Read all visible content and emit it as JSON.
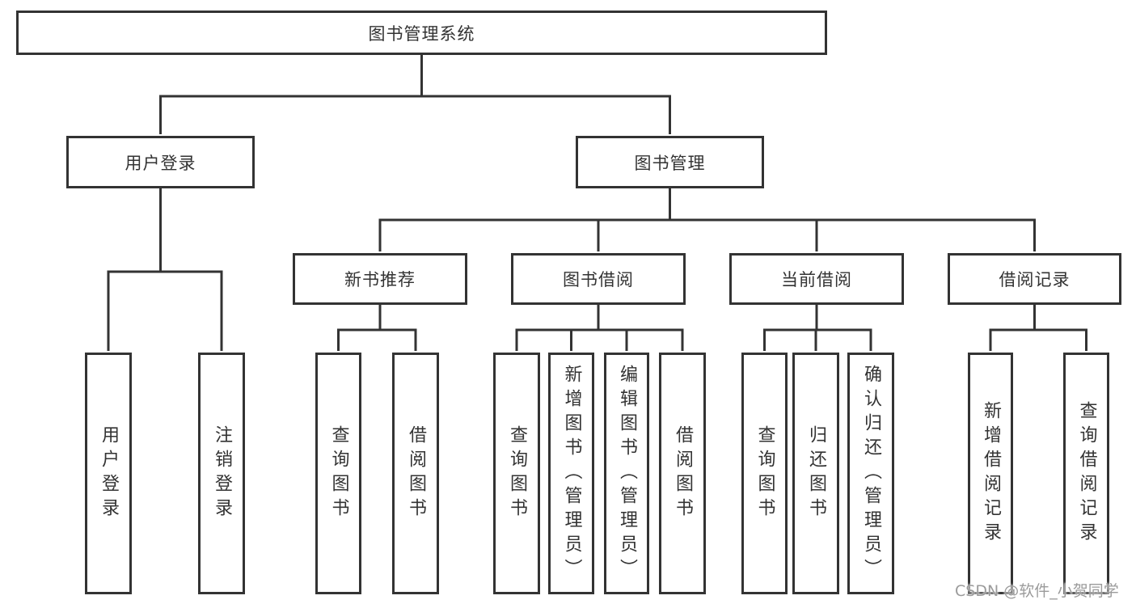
{
  "diagram": {
    "root": {
      "label": "图书管理系统"
    },
    "level2": [
      {
        "id": "user-login",
        "label": "用户登录"
      },
      {
        "id": "book-management",
        "label": "图书管理"
      }
    ],
    "level3": [
      {
        "id": "new-book-recommend",
        "parent": "图书管理",
        "label": "新书推荐"
      },
      {
        "id": "book-borrowing",
        "parent": "图书管理",
        "label": "图书借阅"
      },
      {
        "id": "current-borrowing",
        "parent": "图书管理",
        "label": "当前借阅"
      },
      {
        "id": "borrowing-records",
        "parent": "图书管理",
        "label": "借阅记录"
      }
    ],
    "leaves": [
      {
        "parent": "用户登录",
        "label": "用户登录"
      },
      {
        "parent": "用户登录",
        "label": "注销登录"
      },
      {
        "parent": "新书推荐",
        "label": "查询图书"
      },
      {
        "parent": "新书推荐",
        "label": "借阅图书"
      },
      {
        "parent": "图书借阅",
        "label": "查询图书"
      },
      {
        "parent": "图书借阅",
        "label": "新增图书（管理员）"
      },
      {
        "parent": "图书借阅",
        "label": "编辑图书（管理员）"
      },
      {
        "parent": "图书借阅",
        "label": "借阅图书"
      },
      {
        "parent": "当前借阅",
        "label": "查询图书"
      },
      {
        "parent": "当前借阅",
        "label": "归还图书"
      },
      {
        "parent": "当前借阅",
        "label": "确认归还（管理员）"
      },
      {
        "parent": "借阅记录",
        "label": "新增借阅记录"
      },
      {
        "parent": "借阅记录",
        "label": "查询借阅记录"
      }
    ],
    "colors": {
      "line": "#333333",
      "text": "#333333",
      "background": "#ffffff",
      "watermark": "#9b9b9b"
    }
  },
  "watermark": {
    "text": "CSDN @软件_小贺同学"
  }
}
